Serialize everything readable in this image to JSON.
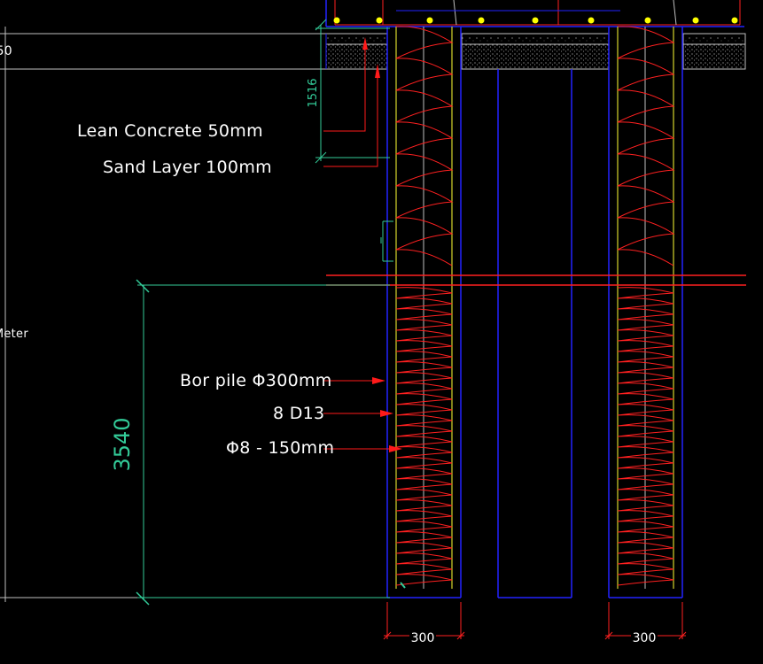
{
  "drawing": {
    "labels": {
      "lean_concrete": "Lean Concrete 50mm",
      "sand_layer": "Sand Layer 100mm",
      "bor_pile": "Bor pile Φ300mm",
      "main_bars": "8  D13",
      "stirrups": "Φ8 - 150mm",
      "left_edge_top": "50",
      "left_edge_mid": "Meter"
    },
    "dimensions": {
      "vertical_small": "1516",
      "vertical_large": "3540",
      "pile_width_left": "300",
      "pile_width_right": "300"
    },
    "colors": {
      "background": "#000000",
      "outline": "#2222ff",
      "rebar_spiral": "#ff2020",
      "main_bar": "#ffff33",
      "dimension": "#33cc99",
      "leader": "#ff1a1a",
      "text": "#ffffff",
      "hatch": "#c0c0c0",
      "rebar_dot": "#ffff00"
    }
  }
}
